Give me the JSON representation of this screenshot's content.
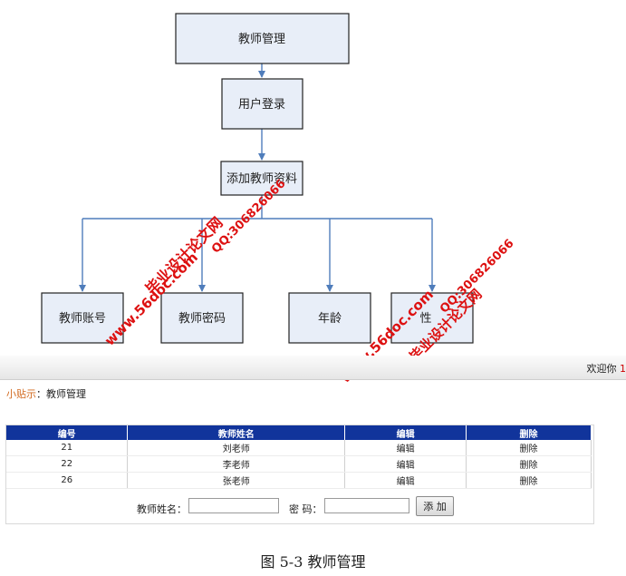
{
  "diagram": {
    "root": "教师管理",
    "login": "用户登录",
    "add": "添加教师资料",
    "children": [
      "教师账号",
      "教师密码",
      "年龄",
      "性"
    ]
  },
  "watermarks": [
    "毕业设计论文网",
    "www.56doc.com",
    "QQ:306826066"
  ],
  "header": {
    "welcome": "欢迎你",
    "welcome_suffix": "1"
  },
  "tip": {
    "label": "小贴示",
    "sep": "：",
    "text": "教师管理"
  },
  "table": {
    "columns": [
      "编号",
      "教师姓名",
      "编辑",
      "删除"
    ],
    "rows": [
      {
        "id": "21",
        "name": "刘老师",
        "edit": "编辑",
        "delete": "删除"
      },
      {
        "id": "22",
        "name": "李老师",
        "edit": "编辑",
        "delete": "删除"
      },
      {
        "id": "26",
        "name": "张老师",
        "edit": "编辑",
        "delete": "删除"
      }
    ]
  },
  "form": {
    "name_label": "教师姓名：",
    "password_label": "密 码：",
    "add_button": "添 加"
  },
  "caption": "图 5-3 教师管理",
  "colors": {
    "node_fill": "#e8eef8",
    "connector": "#4f7dbb",
    "table_header": "#11349b",
    "watermark": "#dd1111"
  }
}
